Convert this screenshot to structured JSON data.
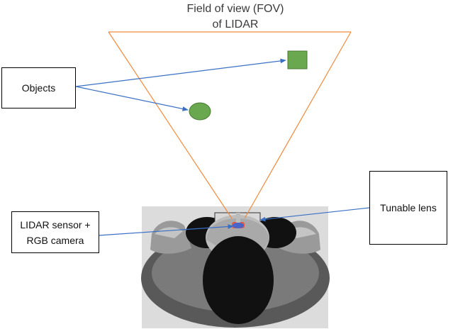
{
  "fov_title": {
    "line1": "Field of view (FOV)",
    "line2": "of LIDAR"
  },
  "labels": {
    "objects": "Objects",
    "tunable_lens": "Tunable lens",
    "lidar_line1": "LIDAR sensor +",
    "lidar_line2": "RGB camera"
  },
  "colors": {
    "fov_lines": "#f08a3c",
    "arrows": "#3a6fc4",
    "objects_fill": "#6aa84f",
    "objects_stroke": "#4a7a33",
    "scene_background": "#dcdcdc",
    "person_dark": "#111111",
    "person_mid": "#555555",
    "person_light": "#8a8a8a"
  },
  "icons": {
    "object_square": "green-square",
    "object_circle": "green-circle",
    "person": "person-top-view-with-head-mounted-device"
  }
}
